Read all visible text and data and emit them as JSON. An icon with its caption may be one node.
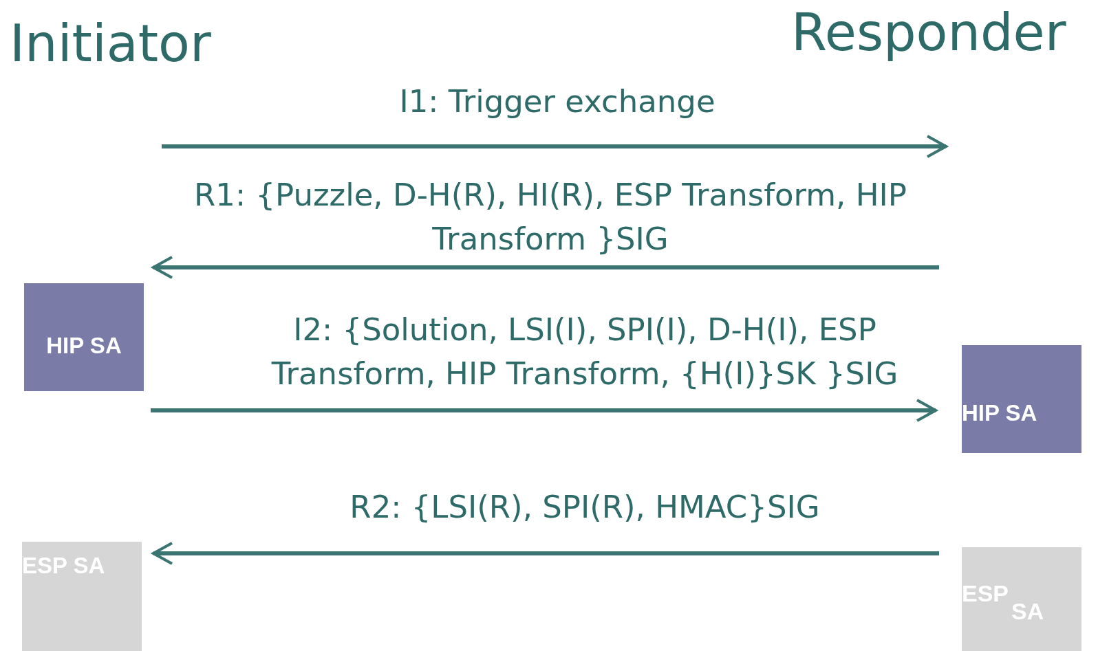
{
  "diagram": {
    "nodes": [
      {
        "text": [
          "Initiator"
        ]
      },
      {
        "text": [
          "Responder"
        ]
      },
      {
        "text": [
          "HIP SA"
        ]
      },
      {
        "text": [
          "HIP SA"
        ]
      },
      {
        "text": [
          "ESP SA"
        ]
      },
      {
        "text": [
          "ESP",
          "SA"
        ]
      }
    ],
    "labels": [
      "I1: Trigger exchange",
      "R1: {Puzzle, D-H(R), HI(R), ESP Transform, HIP Transform }SIG",
      "I2: {Solution, LSI(I), SPI(I), D-H(I), ESP Transform, HIP Transform, {H(I)}SK }SIG",
      "R2: {LSI(R), SPI(R), HMAC}SIG"
    ]
  }
}
